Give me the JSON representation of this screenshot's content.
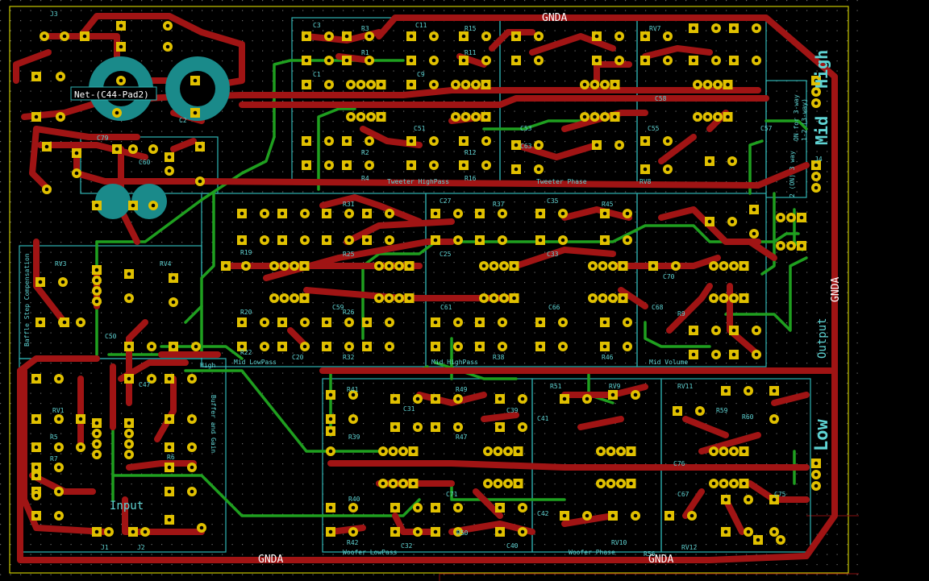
{
  "net_labels": {
    "gnda_top": "GNDA",
    "gnda_bottom_left": "GNDA",
    "gnda_bottom_right": "GNDA",
    "gnda_right": "GNDA",
    "net_c44": "Net-(C44-Pad2)"
  },
  "section_labels": {
    "input": "Input",
    "buffer_gain": "Buffer and Gain",
    "baffle_step": "Baffle Step Compensation",
    "mid_lowpass": "Mid LowPass",
    "mid_highpass": "Mid HighPass",
    "mid_volume": "Mid Volume",
    "tweeter_highpass": "Tweeter HighPass",
    "tweeter_phase": "Tweeter Phase",
    "woofer_lowpass": "Woofer LowPass",
    "woofer_phase": "Woofer Phase",
    "output": "Output",
    "high": "High",
    "mid": "Mid",
    "low": "Low",
    "high_small": "High"
  },
  "components": [
    {
      "ref": "J3"
    },
    {
      "ref": "C3"
    },
    {
      "ref": "R3"
    },
    {
      "ref": "C11"
    },
    {
      "ref": "R15"
    },
    {
      "ref": "RV7"
    },
    {
      "ref": "C1"
    },
    {
      "ref": "R1"
    },
    {
      "ref": "C9"
    },
    {
      "ref": "R11"
    },
    {
      "ref": "C51"
    },
    {
      "ref": "C53"
    },
    {
      "ref": "C55"
    },
    {
      "ref": "C58"
    },
    {
      "ref": "C57"
    },
    {
      "ref": "R2"
    },
    {
      "ref": "R12"
    },
    {
      "ref": "R4"
    },
    {
      "ref": "R16"
    },
    {
      "ref": "C2"
    },
    {
      "ref": "C79"
    },
    {
      "ref": "C60"
    },
    {
      "ref": "R31"
    },
    {
      "ref": "C27"
    },
    {
      "ref": "R37"
    },
    {
      "ref": "C35"
    },
    {
      "ref": "R45"
    },
    {
      "ref": "R25"
    },
    {
      "ref": "C25"
    },
    {
      "ref": "C33"
    },
    {
      "ref": "C70"
    },
    {
      "ref": "R19"
    },
    {
      "ref": "C59"
    },
    {
      "ref": "C61"
    },
    {
      "ref": "C68"
    },
    {
      "ref": "C66"
    },
    {
      "ref": "R20"
    },
    {
      "ref": "R26"
    },
    {
      "ref": "R22"
    },
    {
      "ref": "C20"
    },
    {
      "ref": "R32"
    },
    {
      "ref": "R38"
    },
    {
      "ref": "R46"
    },
    {
      "ref": "RV3"
    },
    {
      "ref": "RV4"
    },
    {
      "ref": "RV1"
    },
    {
      "ref": "R5"
    },
    {
      "ref": "R7"
    },
    {
      "ref": "R6"
    },
    {
      "ref": "R41"
    },
    {
      "ref": "R49"
    },
    {
      "ref": "R51"
    },
    {
      "ref": "RV9"
    },
    {
      "ref": "RV11"
    },
    {
      "ref": "R39"
    },
    {
      "ref": "R47"
    },
    {
      "ref": "C41"
    },
    {
      "ref": "C76"
    },
    {
      "ref": "C71"
    },
    {
      "ref": "C67"
    },
    {
      "ref": "C75"
    },
    {
      "ref": "R40"
    },
    {
      "ref": "C42"
    },
    {
      "ref": "R42"
    },
    {
      "ref": "C32"
    },
    {
      "ref": "R50"
    },
    {
      "ref": "C40"
    },
    {
      "ref": "RV10"
    },
    {
      "ref": "RV12"
    },
    {
      "ref": "R56"
    },
    {
      "ref": "J1"
    },
    {
      "ref": "J2"
    },
    {
      "ref": "C50"
    },
    {
      "ref": "RV8"
    },
    {
      "ref": "C63"
    },
    {
      "ref": "R9"
    },
    {
      "ref": "C39"
    },
    {
      "ref": "C31"
    },
    {
      "ref": "R59"
    },
    {
      "ref": "R60"
    },
    {
      "ref": "C47"
    },
    {
      "ref": "J4"
    }
  ],
  "edge_texts": {
    "sw_text_1": "1-2 (3-way)",
    "sw_text_2": "ON for 3-way",
    "sw_text_3": "2 (ON) 3 way"
  }
}
